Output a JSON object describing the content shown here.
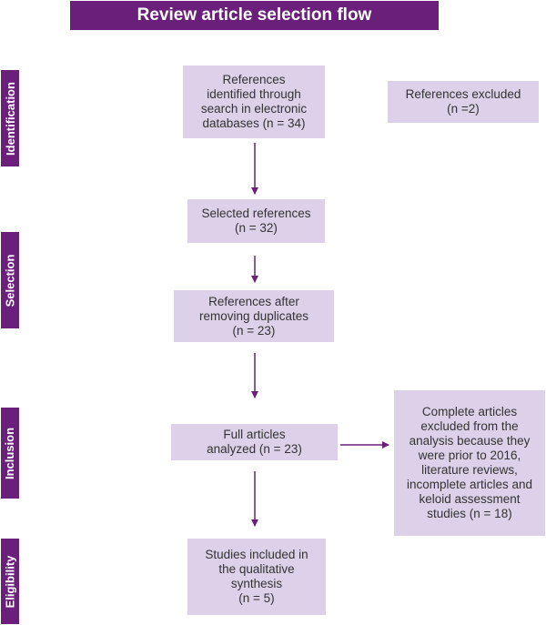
{
  "title": "Review article selection flow",
  "stages": {
    "identification": "Identification",
    "selection": "Selection",
    "inclusion": "Inclusion",
    "eligibility": "Eligibility"
  },
  "boxes": {
    "references_identified": "References\nidentified through\nsearch in electronic\ndatabases (n = 34)",
    "references_excluded": "References excluded\n(n =2)",
    "selected_references": "Selected references\n(n = 32)",
    "after_duplicates": "References after\nremoving duplicates\n(n = 23)",
    "full_articles": "Full articles\nanalyzed (n = 23)",
    "complete_excluded": "Complete articles\nexcluded from the\nanalysis because they\nwere prior to 2016,\nliterature reviews,\nincomplete articles and\nkeloid assessment\nstudies (n = 18)",
    "studies_included": "Studies included in\nthe qualitative\nsynthesis\n(n = 5)"
  },
  "colors": {
    "accent": "#6a1f7b",
    "box_fill": "#dcd1e9",
    "text": "#333333"
  }
}
